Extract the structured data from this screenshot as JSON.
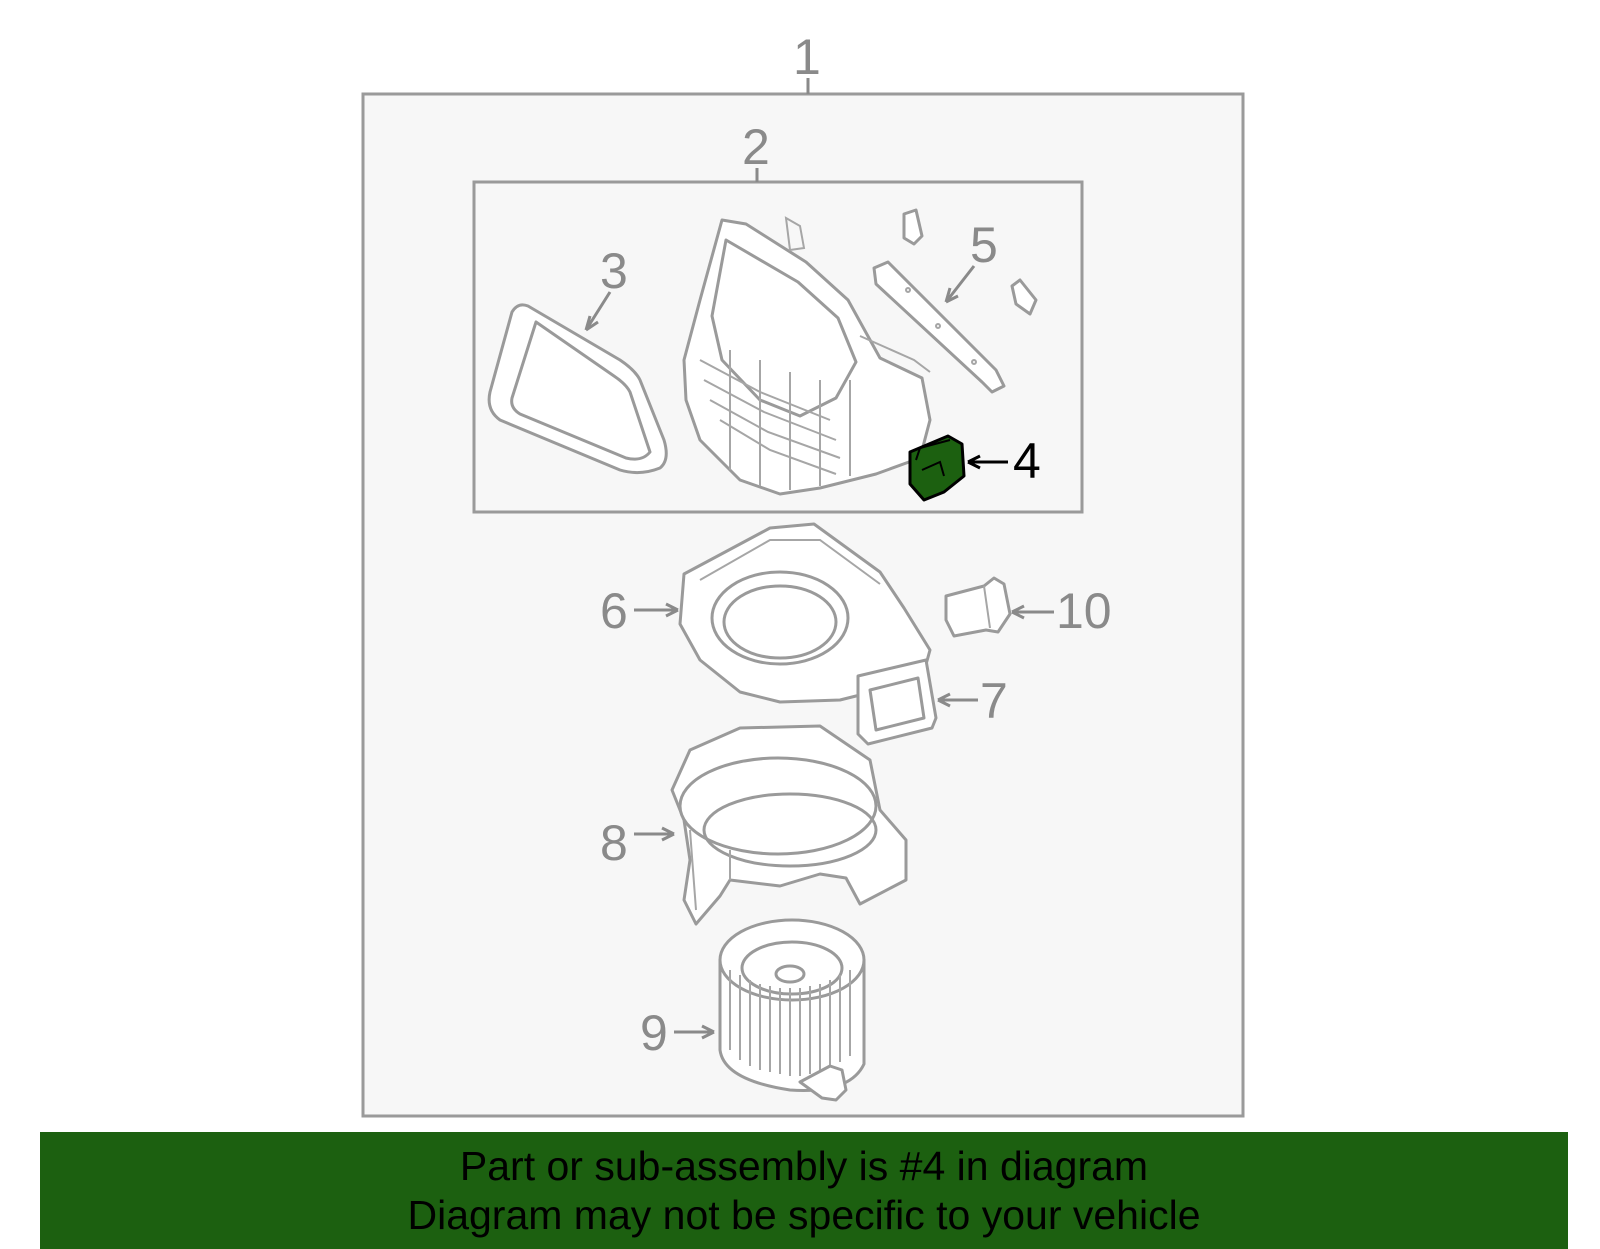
{
  "diagram": {
    "callouts": {
      "c1": "1",
      "c2": "2",
      "c3": "3",
      "c4": "4",
      "c5": "5",
      "c6": "6",
      "c7": "7",
      "c8": "8",
      "c9": "9",
      "c10": "10"
    },
    "highlighted_part": "4",
    "highlight_color": "#1c6010",
    "outline_color": "#9a9a9a",
    "panel_color": "#f7f7f7"
  },
  "banner": {
    "line1": "Part or sub-assembly is #4 in diagram",
    "line2": "Diagram may not be specific to your vehicle",
    "background": "#1c6010"
  }
}
